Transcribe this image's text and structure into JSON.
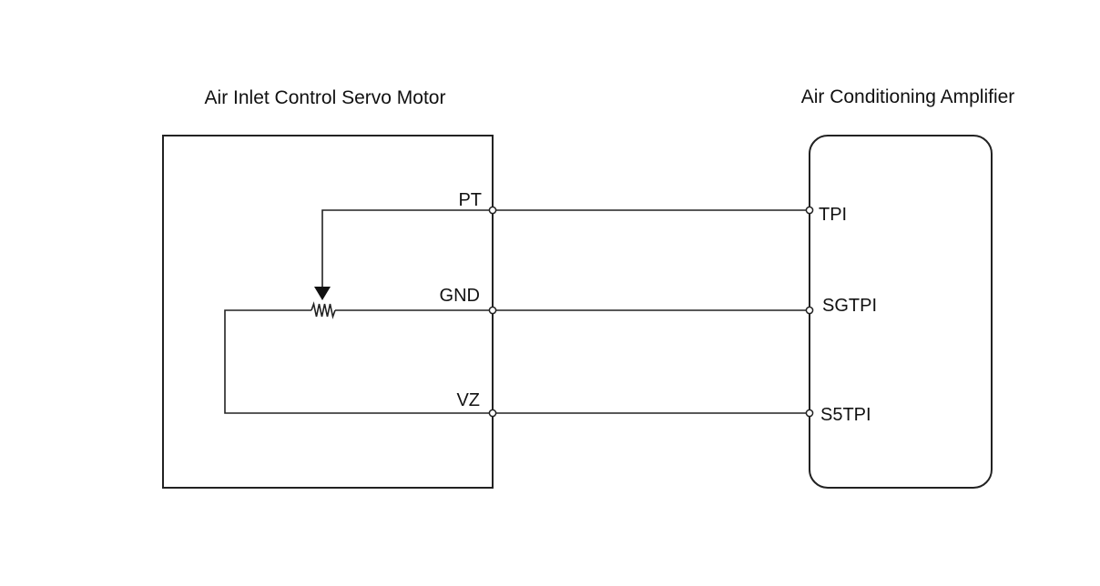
{
  "diagram": {
    "left_component": {
      "title": "Air Inlet Control Servo Motor",
      "pins": [
        "PT",
        "GND",
        "VZ"
      ]
    },
    "right_component": {
      "title": "Air Conditioning Amplifier",
      "pins": [
        "TPI",
        "SGTPI",
        "S5TPI"
      ]
    },
    "connections": [
      {
        "from": "PT",
        "to": "TPI"
      },
      {
        "from": "GND",
        "to": "SGTPI"
      },
      {
        "from": "VZ",
        "to": "S5TPI"
      }
    ],
    "colors": {
      "line": "#222222",
      "background": "#ffffff"
    }
  }
}
